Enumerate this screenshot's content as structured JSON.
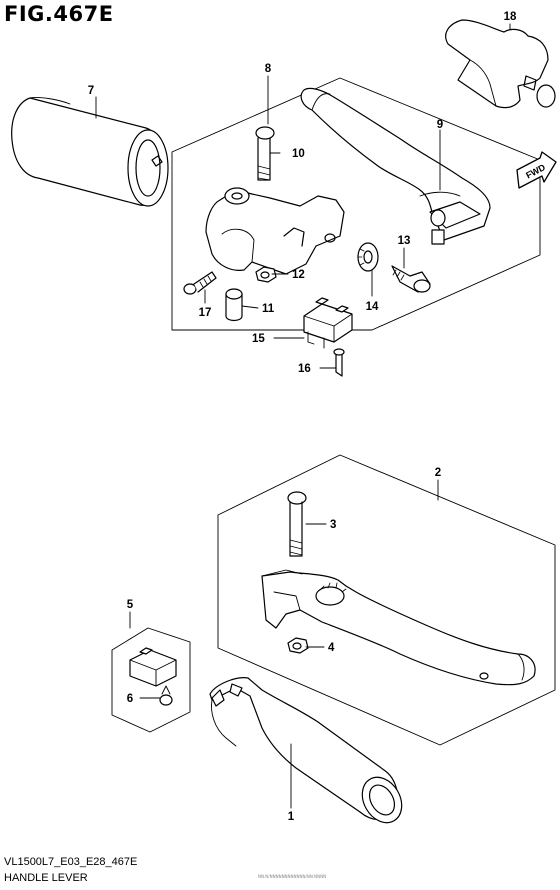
{
  "figure": {
    "title": "FIG.467E",
    "model_code": "VL1500L7_E03_E28_467E",
    "name": "HANDLE LEVER",
    "fine_print": "NN.N/NNNNNNNNNNNN/NN:NNNN",
    "fwd_label": "FWD"
  },
  "callouts": [
    {
      "id": "c1",
      "label": "1"
    },
    {
      "id": "c2",
      "label": "2"
    },
    {
      "id": "c3",
      "label": "3"
    },
    {
      "id": "c4",
      "label": "4"
    },
    {
      "id": "c5",
      "label": "5"
    },
    {
      "id": "c6",
      "label": "6"
    },
    {
      "id": "c7",
      "label": "7"
    },
    {
      "id": "c8",
      "label": "8"
    },
    {
      "id": "c9",
      "label": "9"
    },
    {
      "id": "c10",
      "label": "10"
    },
    {
      "id": "c11",
      "label": "11"
    },
    {
      "id": "c12",
      "label": "12"
    },
    {
      "id": "c13",
      "label": "13"
    },
    {
      "id": "c14",
      "label": "14"
    },
    {
      "id": "c15",
      "label": "15"
    },
    {
      "id": "c16",
      "label": "16"
    },
    {
      "id": "c17",
      "label": "17"
    },
    {
      "id": "c18",
      "label": "18"
    }
  ]
}
